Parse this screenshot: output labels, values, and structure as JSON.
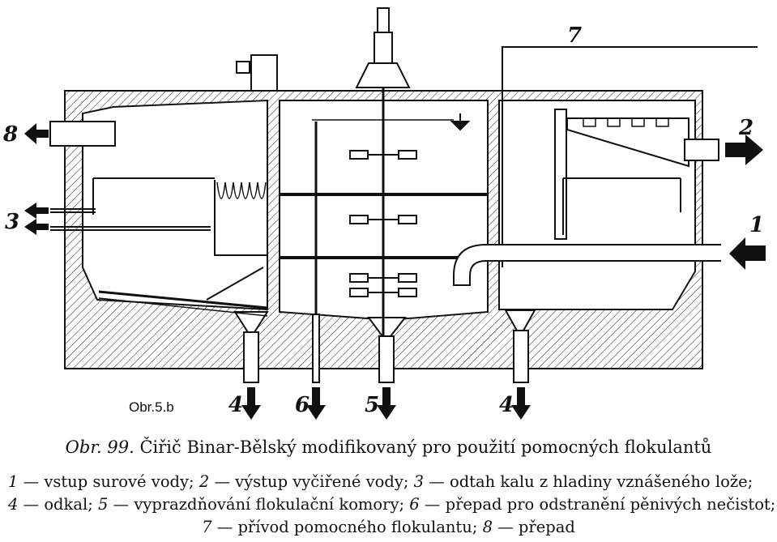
{
  "figure": {
    "label_obr": "Obr.5.b",
    "caption_prefix": "Obr. 99.",
    "caption_text": " Čiřič Binar-Bělský modifikovaný pro použití pomocných flokulantů"
  },
  "callouts": {
    "n1": "1",
    "n2": "2",
    "n3": "3",
    "n4a": "4",
    "n4b": "4",
    "n5": "5",
    "n6": "6",
    "n7": "7",
    "n8": "8"
  },
  "legend": {
    "items": [
      {
        "num": "1",
        "text": " — vstup surové vody; "
      },
      {
        "num": "2",
        "text": " — výstup vyčiřené vody; "
      },
      {
        "num": "3",
        "text": " — odtah kalu z hladiny vznášeného lože;"
      },
      {
        "num": "4",
        "text": " — odkal; "
      },
      {
        "num": "5",
        "text": " — vyprazdňování flokulační komory; "
      },
      {
        "num": "6",
        "text": " — přepad pro odstranění pěnivých nečistot;"
      },
      {
        "num": "7",
        "text": " — přívod pomocného flokulantu; "
      },
      {
        "num": "8",
        "text": " — přepad"
      }
    ]
  }
}
